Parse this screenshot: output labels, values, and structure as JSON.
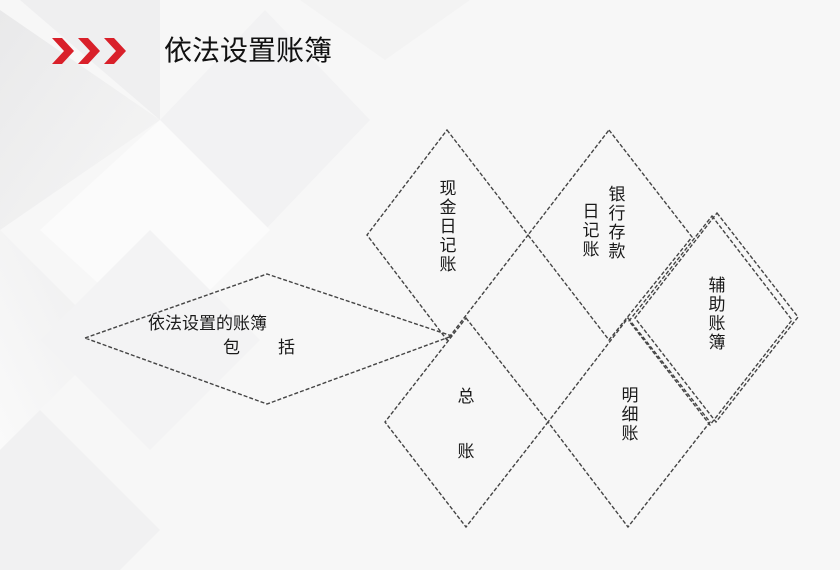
{
  "header": {
    "icon": "triple-chevron-right-icon",
    "title": "依法设置账簿",
    "accent_color": "#d9202a"
  },
  "diagram": {
    "root": {
      "line1": "依法设置的账簿",
      "line2_a": "包",
      "line2_b": "括"
    },
    "nodes": [
      {
        "id": "cash_journal",
        "label": "现金日记账",
        "columns": [
          "现金日记账"
        ]
      },
      {
        "id": "bank_journal",
        "label": "银行存款日记账",
        "columns": [
          "日记账",
          "银行存款"
        ]
      },
      {
        "id": "auxiliary",
        "label": "辅助账簿",
        "columns": [
          "辅助账簿"
        ]
      },
      {
        "id": "general_ledger",
        "label": "总账",
        "columns": [
          "总",
          "账"
        ]
      },
      {
        "id": "detail_ledger",
        "label": "明细账",
        "columns": [
          "明细账"
        ]
      }
    ],
    "stroke_color": "#444444"
  }
}
